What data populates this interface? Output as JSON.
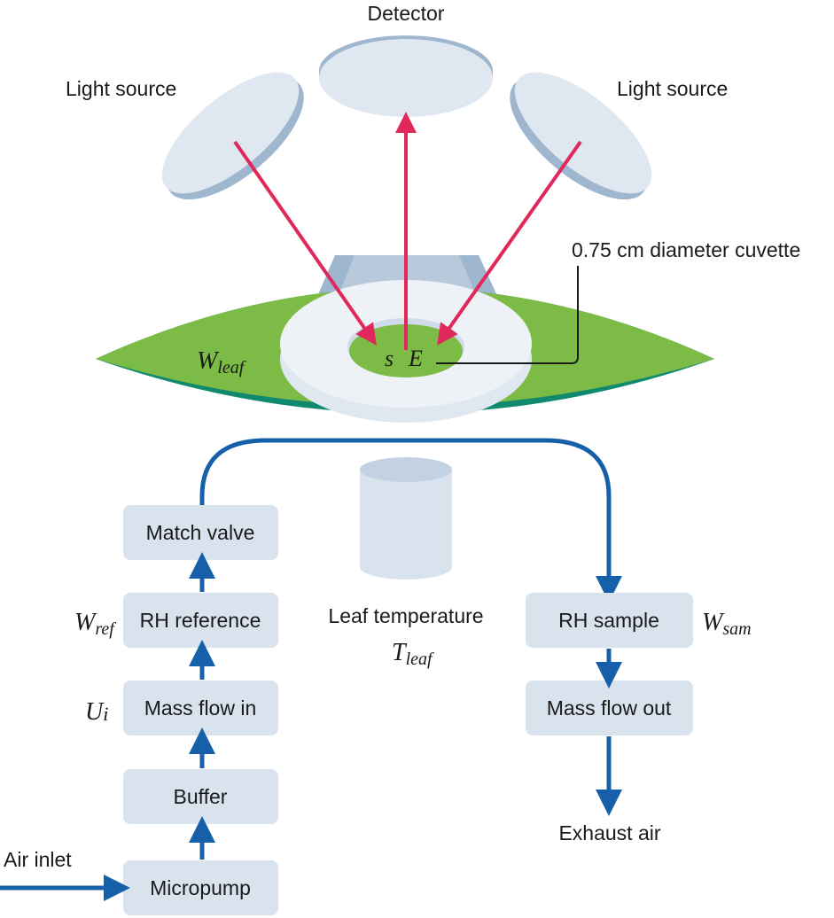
{
  "labels": {
    "detector": "Detector",
    "light_source_left": "Light source",
    "light_source_right": "Light source",
    "cuvette": "0.75 cm diameter cuvette",
    "leaf_temperature": "Leaf temperature",
    "exhaust_air": "Exhaust air",
    "air_inlet": "Air inlet"
  },
  "variables": {
    "w_leaf": {
      "main": "W",
      "sub": "leaf"
    },
    "s": "s",
    "e": "E",
    "w_ref": {
      "main": "W",
      "sub": "ref"
    },
    "u_i": {
      "main": "U",
      "sub": "i"
    },
    "t_leaf": {
      "main": "T",
      "sub": "leaf"
    },
    "w_sam": {
      "main": "W",
      "sub": "sam"
    }
  },
  "boxes": {
    "match_valve": "Match valve",
    "rh_reference": "RH reference",
    "mass_flow_in": "Mass flow in",
    "buffer": "Buffer",
    "micropump": "Micropump",
    "rh_sample": "RH sample",
    "mass_flow_out": "Mass flow out"
  },
  "colors": {
    "light_ray": "#e0285a",
    "air_flow": "#1560a8",
    "leaf": "#7cbb45",
    "leaf_edge": "#0f8a6e",
    "box_fill": "#d9e3ee",
    "disc_fill": "#dfe7f1",
    "disc_rim": "#9fb6cf"
  }
}
